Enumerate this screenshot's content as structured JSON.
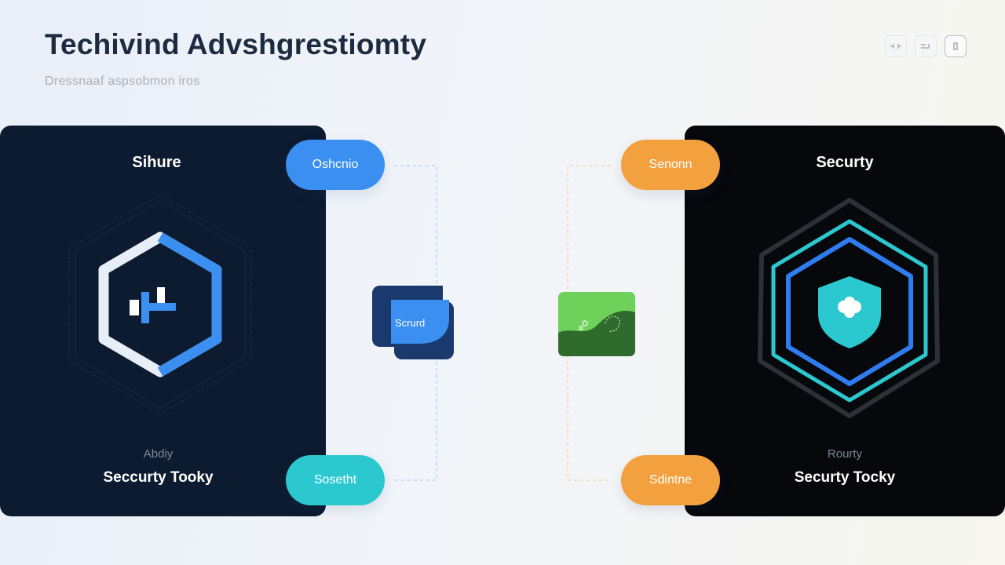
{
  "header": {
    "title": "Techivind Advshgrestiomty",
    "subtitle": "Dressnaaf aspsobmon iros"
  },
  "window_controls": [
    {
      "icon": "expand-icon"
    },
    {
      "icon": "minimize-icon"
    },
    {
      "icon": "square-icon"
    }
  ],
  "left_panel": {
    "title": "Sihure",
    "sub_label": "Abdiy",
    "caption": "Seccurty Tooky",
    "icon": "hexagon-logo-icon",
    "colors": {
      "background": "#0c1b30",
      "accent": "#3b8ff0",
      "outline": "#e8eef6"
    }
  },
  "right_panel": {
    "title": "Securty",
    "sub_label": "Rourty",
    "caption": "Securty Tocky",
    "icon": "shield-icon",
    "colors": {
      "background": "#06080c",
      "teal": "#2bc9cf",
      "blue": "#2f7cf0"
    }
  },
  "pills": {
    "top_left": "Oshcnio",
    "bottom_left": "Sosetht",
    "top_right": "Senonn",
    "bottom_right": "Sdintne"
  },
  "center": {
    "left_card_label": "Scrurd",
    "left_card_icon": "folder-card-icon",
    "right_card_icon": "landscape-card-icon"
  }
}
